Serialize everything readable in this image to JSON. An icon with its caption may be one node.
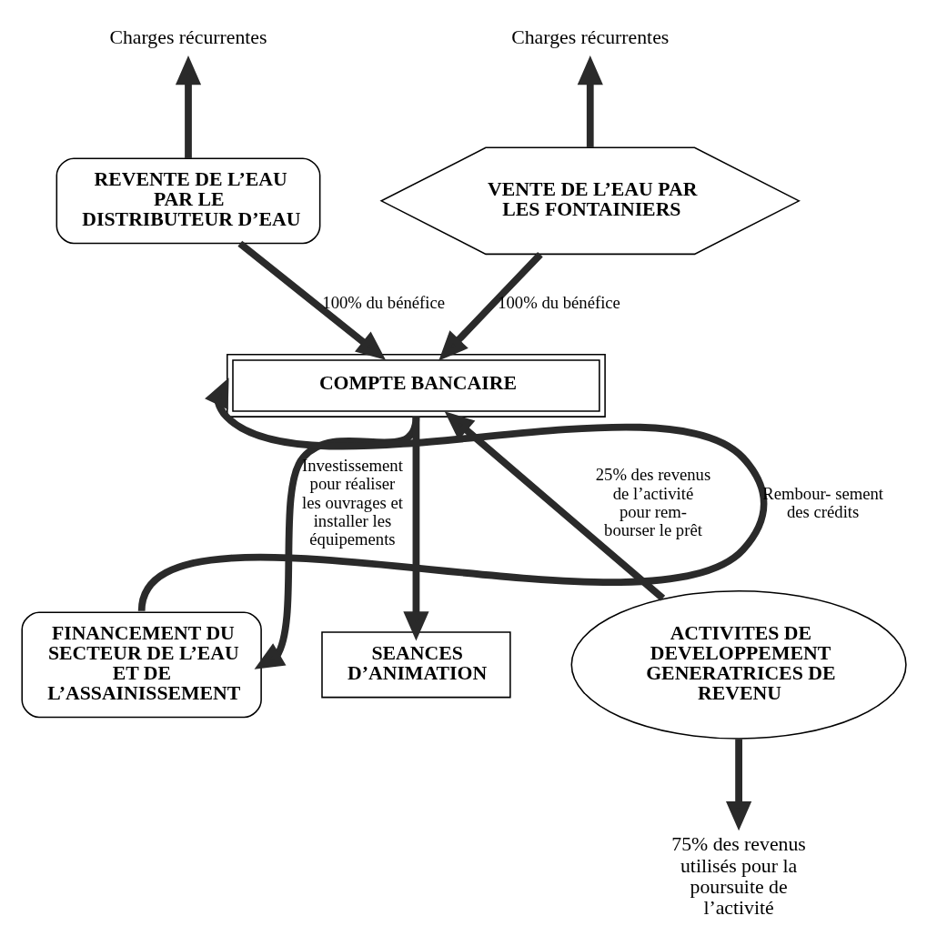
{
  "diagram": {
    "nodes": [
      {
        "text": [
          "Charges récurrentes"
        ]
      },
      {
        "text": [
          "Charges récurrentes"
        ]
      },
      {
        "text": [
          "REVENTE DE L’EAU PAR LE DISTRIBUTEUR D’EAU"
        ]
      },
      {
        "text": [
          "VENTE DE L’EAU PAR LES FONTAINIERS"
        ]
      },
      {
        "text": [
          "COMPTE BANCAIRE"
        ]
      },
      {
        "text": [
          "FINANCEMENT DU SECTEUR DE L’EAU ET DE L’ASSAINISSEMENT"
        ]
      },
      {
        "text": [
          "SEANCES D’ANIMATION"
        ]
      },
      {
        "text": [
          "ACTIVITES DE DEVELOPPEMENT GENERATRICES DE REVENU"
        ]
      },
      {
        "text": [
          "75% des revenus utilisés pour la poursuite de l’activité"
        ]
      }
    ],
    "edges": [
      {
        "from": 2,
        "to": 0,
        "arrow": "to"
      },
      {
        "from": 3,
        "to": 1,
        "arrow": "to"
      },
      {
        "from": 2,
        "to": 4,
        "arrow": "to",
        "label": "100% du bénéfice"
      },
      {
        "from": 3,
        "to": 4,
        "arrow": "to",
        "label": "100% du bénéfice"
      },
      {
        "from": 5,
        "to": 4,
        "arrow": "to",
        "label": "Rembour- sement des crédits"
      },
      {
        "from": 4,
        "to": 5,
        "arrow": "to",
        "label": "Investissement pour réaliser les ouvrages et installer les équipements"
      },
      {
        "from": 4,
        "to": 6,
        "arrow": "to"
      },
      {
        "from": 7,
        "to": 4,
        "arrow": "to",
        "label": "25% des revenus de l’activité pour rem- bourser le prêt"
      },
      {
        "from": 7,
        "to": 8,
        "arrow": "to"
      }
    ]
  }
}
